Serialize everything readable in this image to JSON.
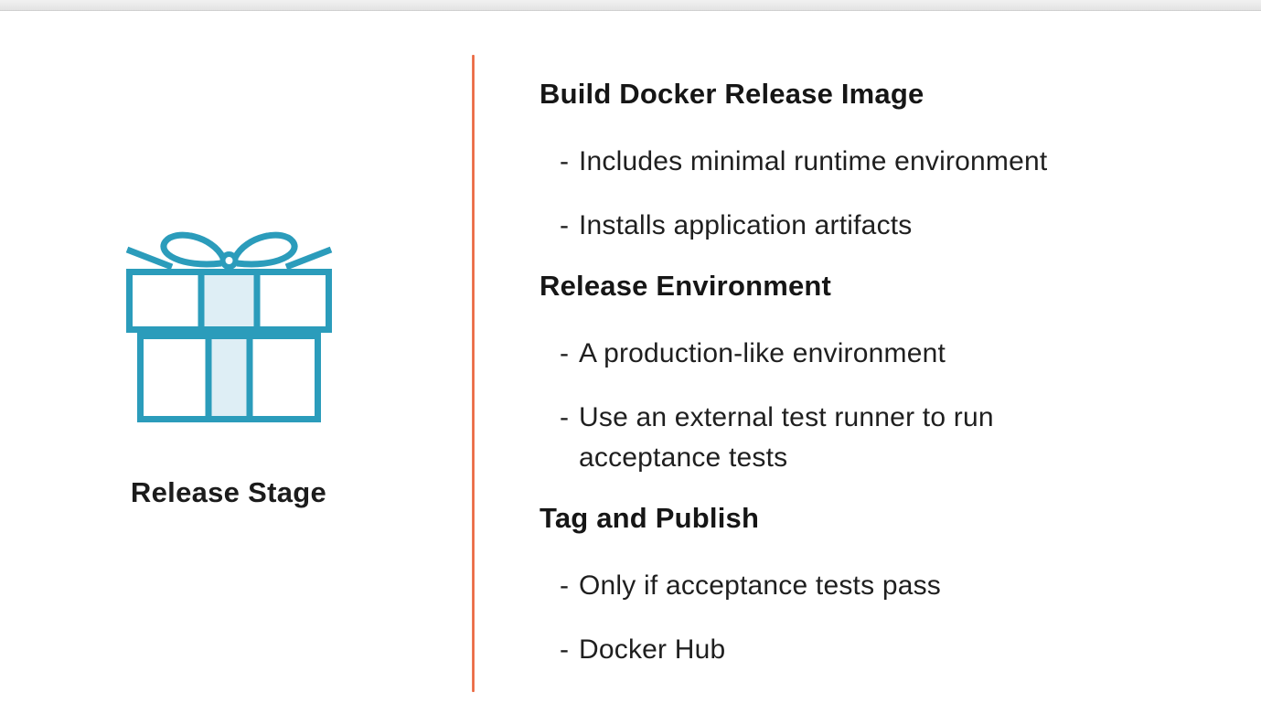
{
  "slide": {
    "caption": "Release Stage",
    "bullet_marker": "-",
    "sections": [
      {
        "heading": "Build Docker Release Image",
        "bullets": [
          "Includes minimal runtime environment",
          "Installs application artifacts"
        ]
      },
      {
        "heading": "Release Environment",
        "bullets": [
          "A production-like environment",
          "Use an external test runner to run acceptance tests"
        ]
      },
      {
        "heading": "Tag and Publish",
        "bullets": [
          "Only if acceptance tests pass",
          "Docker Hub"
        ]
      }
    ]
  },
  "icons": {
    "gift": "gift-box-with-bow"
  },
  "colors": {
    "icon_stroke_teal": "#2B9CBB",
    "icon_ribbon_fill": "#DEEEF5",
    "divider_orange": "#E85B33",
    "heading_text": "#161616",
    "body_text": "#1F1F1F",
    "top_bar_gray": "#E9E9E9"
  }
}
